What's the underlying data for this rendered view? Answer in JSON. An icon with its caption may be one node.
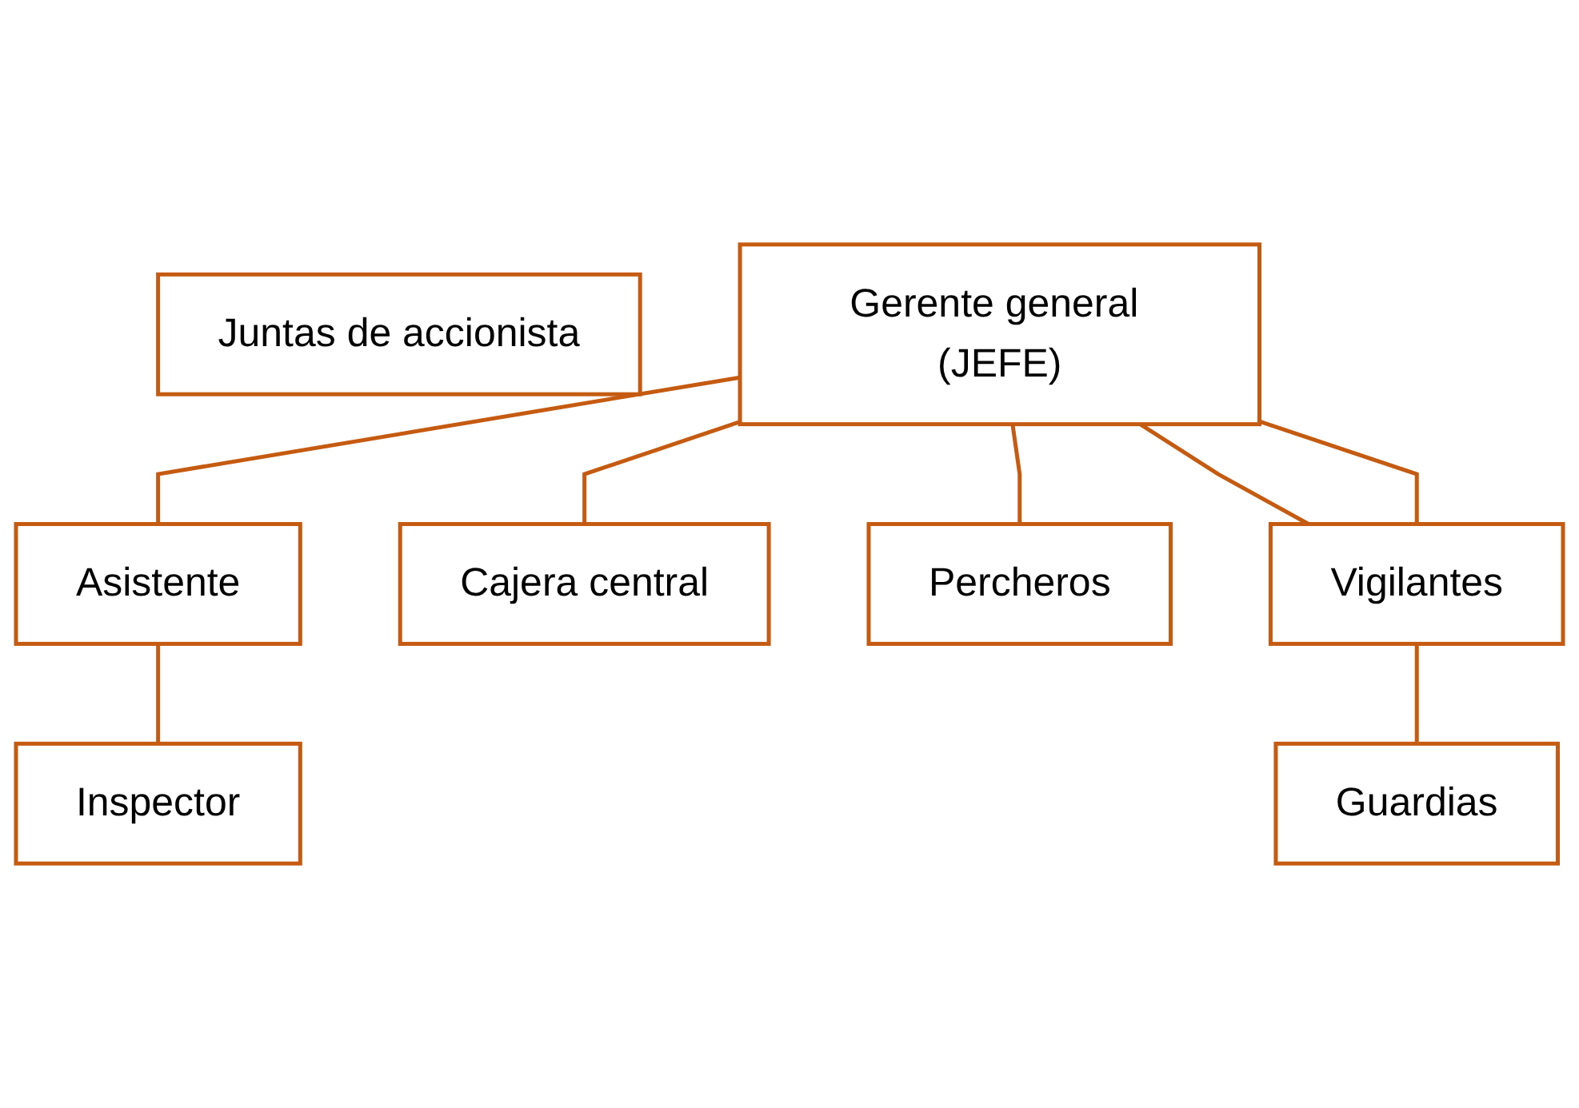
{
  "diagram": {
    "nodes": [
      {
        "text": [
          "Juntas de accionista"
        ]
      },
      {
        "text": [
          "Gerente general (JEFE)"
        ]
      },
      {
        "text": [
          "Inspector"
        ]
      },
      {
        "text": [
          "Asistente"
        ]
      },
      {
        "text": [
          "Cajera central"
        ]
      },
      {
        "text": [
          "Percheros"
        ]
      },
      {
        "text": [
          "Vigilantes"
        ]
      },
      {
        "text": [
          "Guardias"
        ]
      }
    ],
    "edges": [
      {
        "from": 1,
        "to": 3,
        "arrow": "none"
      },
      {
        "from": 3,
        "to": 2,
        "arrow": "none"
      },
      {
        "from": 1,
        "to": 4,
        "arrow": "none"
      },
      {
        "from": 1,
        "to": 5,
        "arrow": "none"
      },
      {
        "from": 1,
        "to": 6,
        "arrow": "none"
      },
      {
        "from": 1,
        "to": 6,
        "arrow": "none"
      },
      {
        "from": 6,
        "to": 7,
        "arrow": "none"
      }
    ]
  }
}
